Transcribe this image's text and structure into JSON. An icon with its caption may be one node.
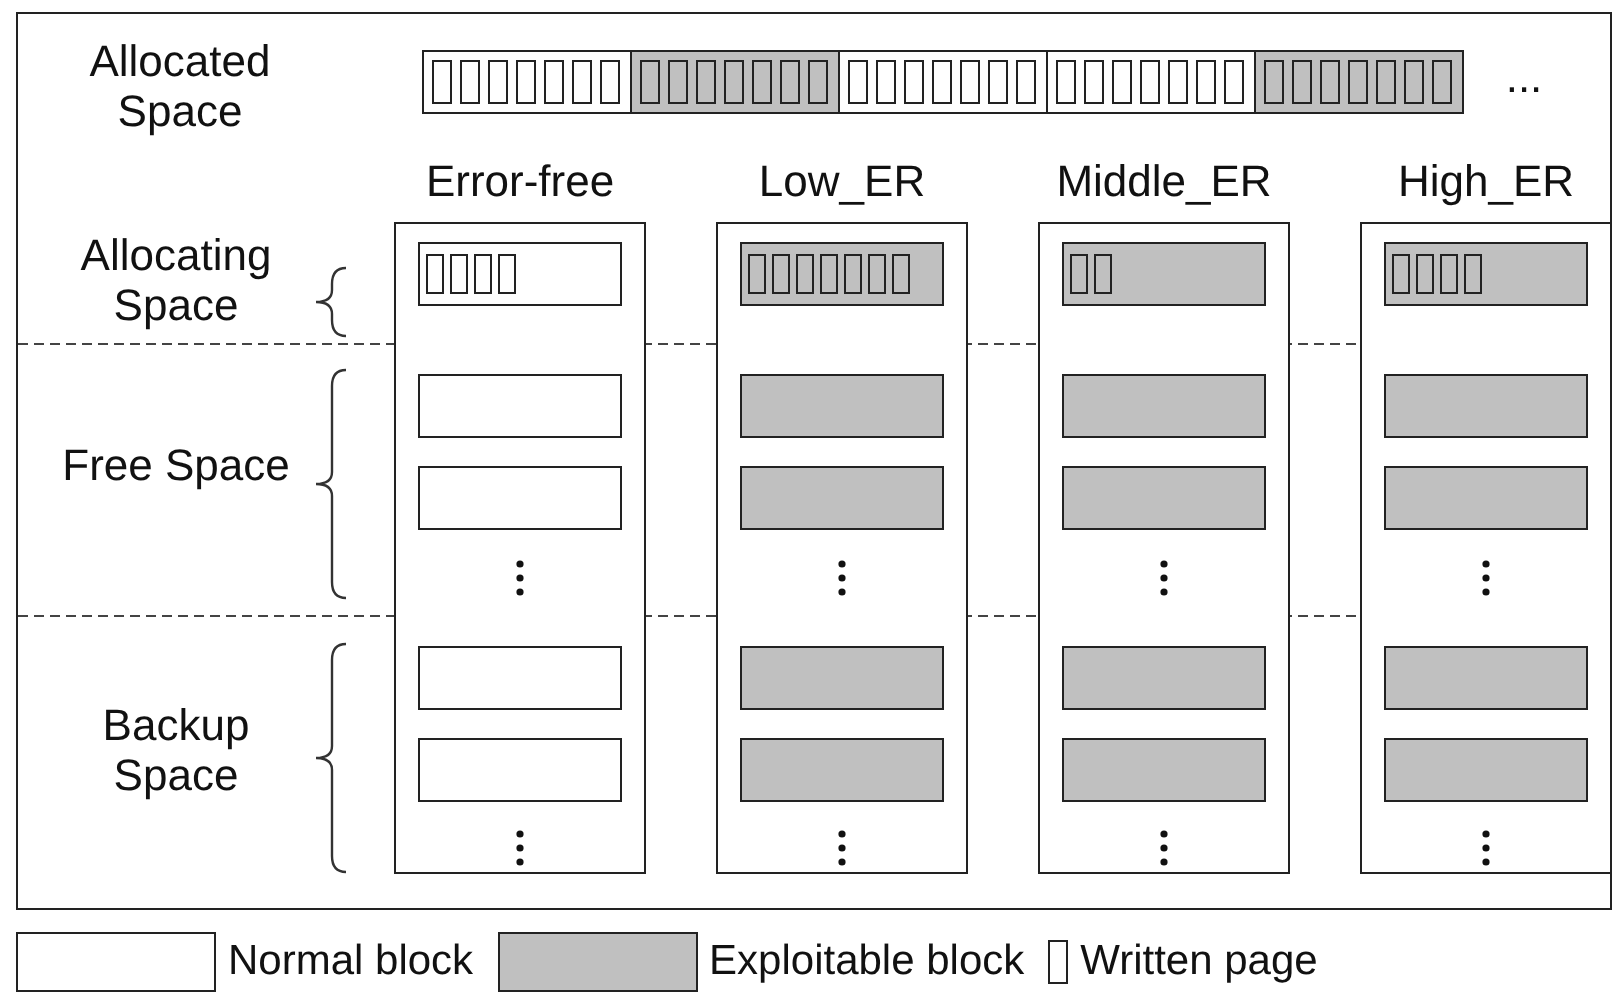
{
  "diagram": {
    "nodes": [
      {
        "text": [],
        "shape": "box"
      },
      {
        "text": [],
        "shape": "box"
      },
      {
        "text": [],
        "shape": "box"
      },
      {
        "text": [],
        "shape": "box"
      },
      {
        "text": [],
        "shape": "box"
      },
      {
        "text": [
          "Error-free"
        ]
      },
      {
        "text": [],
        "shape": "box",
        "in": 5
      },
      {
        "text": [],
        "shape": "box",
        "in": 5
      },
      {
        "text": [],
        "shape": "box",
        "in": 5
      },
      {
        "text": [],
        "shape": "box",
        "in": 5
      },
      {
        "text": [],
        "shape": "box",
        "in": 5
      },
      {
        "text": [
          "Low_ER"
        ]
      },
      {
        "text": [],
        "shape": "box",
        "in": 11
      },
      {
        "text": [],
        "shape": "box",
        "in": 11
      },
      {
        "text": [],
        "shape": "box",
        "in": 11
      },
      {
        "text": [],
        "shape": "box",
        "in": 11
      },
      {
        "text": [],
        "shape": "box",
        "in": 11
      },
      {
        "text": [
          "Middle_ER"
        ]
      },
      {
        "text": [],
        "shape": "box",
        "in": 17
      },
      {
        "text": [],
        "shape": "box",
        "in": 17
      },
      {
        "text": [],
        "shape": "box",
        "in": 17
      },
      {
        "text": [],
        "shape": "box",
        "in": 17
      },
      {
        "text": [],
        "shape": "box",
        "in": 17
      },
      {
        "text": [
          "High_ER"
        ]
      },
      {
        "text": [],
        "shape": "box",
        "in": 23
      },
      {
        "text": [],
        "shape": "box",
        "in": 23
      },
      {
        "text": [],
        "shape": "box",
        "in": 23
      },
      {
        "text": [],
        "shape": "box",
        "in": 23
      },
      {
        "text": [],
        "shape": "box",
        "in": 23
      }
    ],
    "labels": [
      "Allocated Space",
      "...",
      "Allocating Space",
      "Free Space",
      "Backup Space"
    ],
    "legend": [
      {
        "text": "Normal block",
        "color": "#ffffff"
      },
      {
        "text": "Exploitable block",
        "color": "#c0c0c0"
      },
      {
        "text": "Written page"
      }
    ]
  }
}
